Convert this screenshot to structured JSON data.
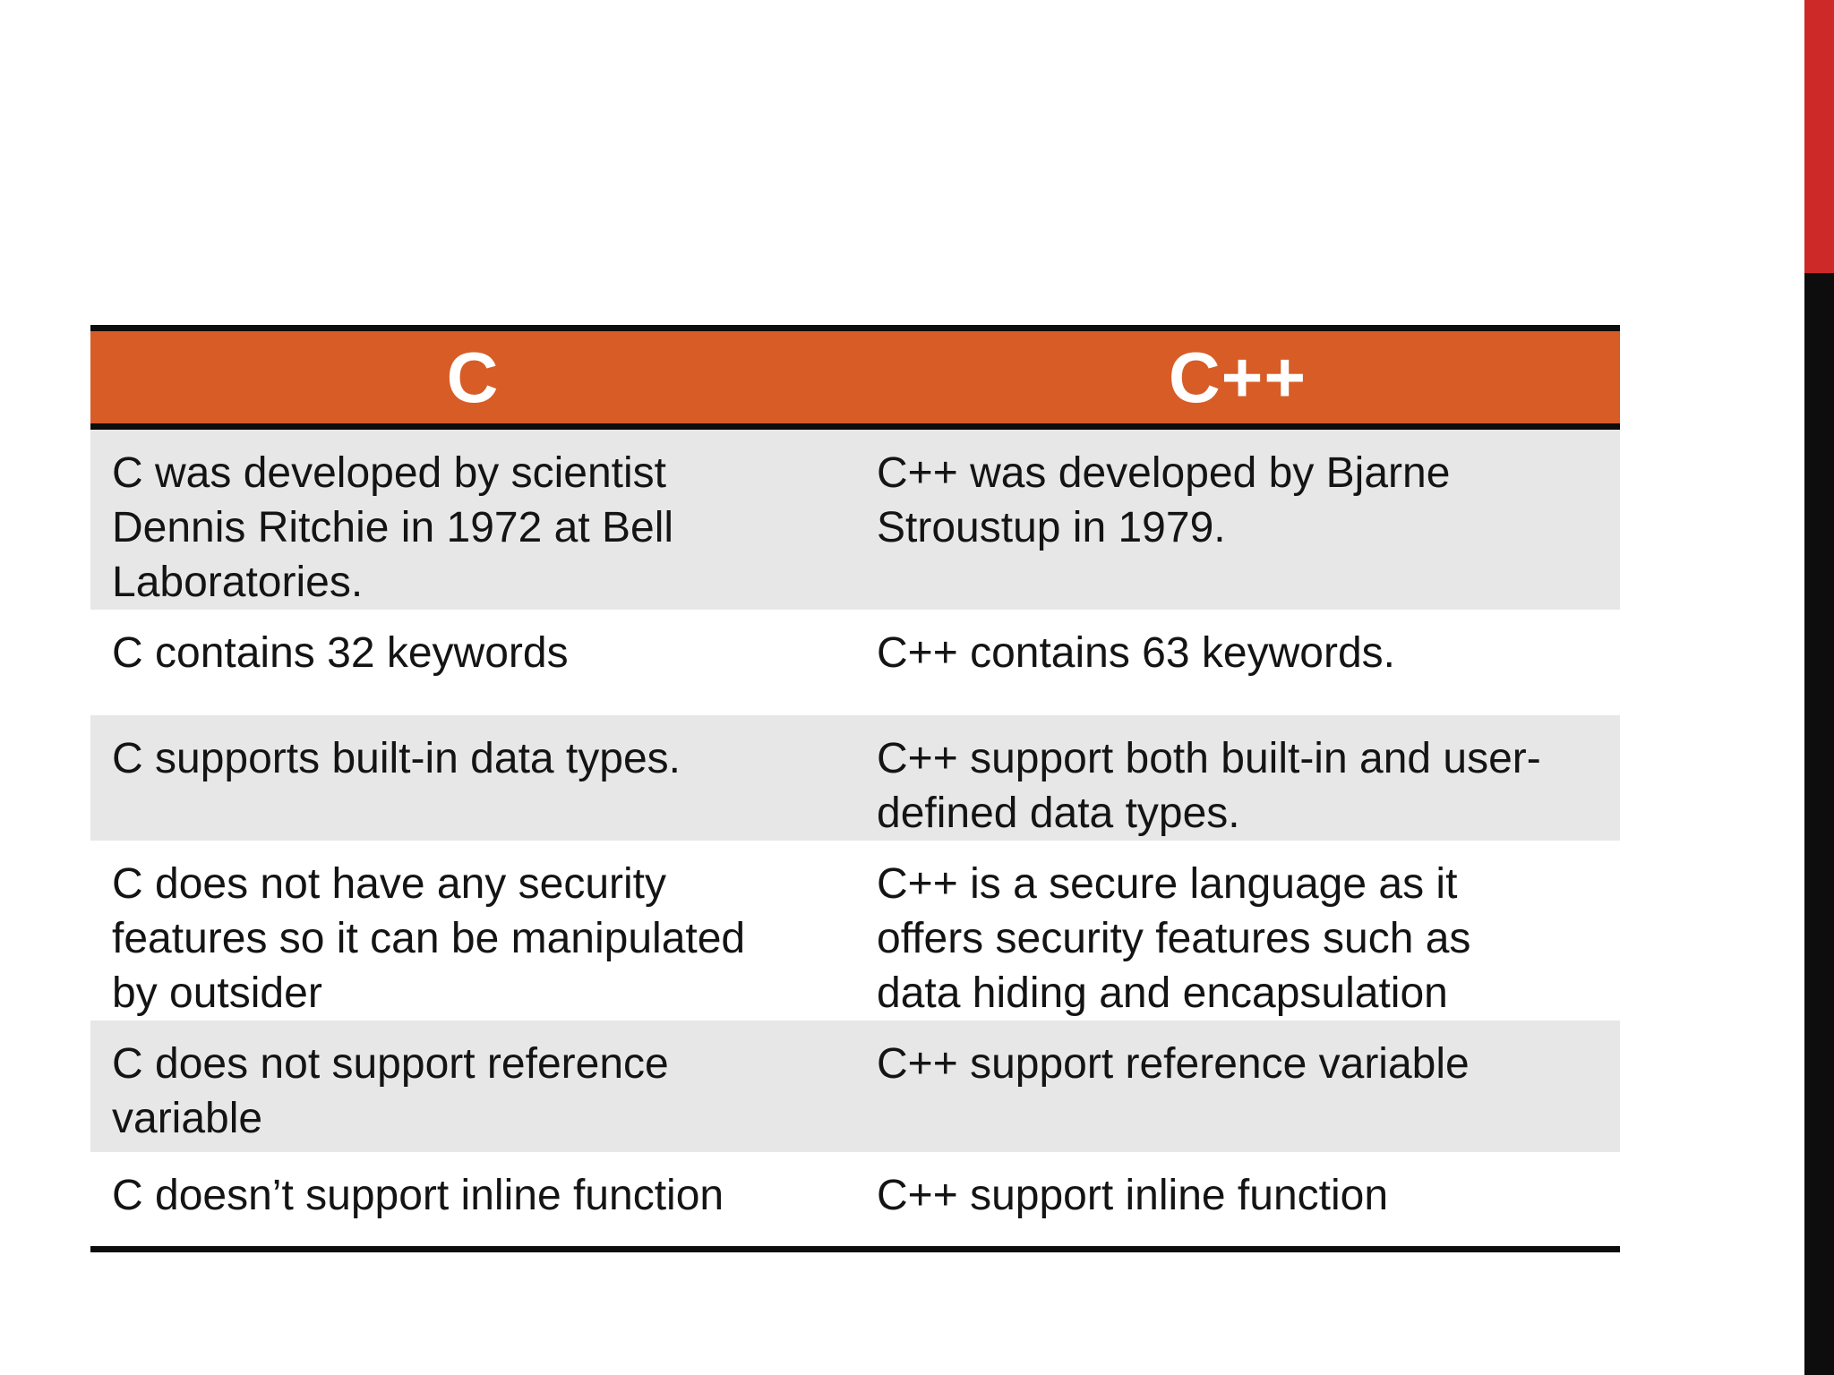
{
  "colors": {
    "header_bg": "#D75C26",
    "header_text": "#FFFFFF",
    "row_alt_bg": "#E7E7E7",
    "row_bg": "#FFFFFF",
    "border": "#0D0D0D",
    "accent_red": "#CE2929",
    "accent_black": "#0D0D0D",
    "body_text": "#141414"
  },
  "table": {
    "headers": [
      "C",
      "C++"
    ],
    "rows": [
      {
        "c": "C was developed by scientist\nDennis Ritchie in 1972 at Bell\nLaboratories.",
        "cpp": "C++ was developed by Bjarne\nStroustup in 1979."
      },
      {
        "c": "C contains 32 keywords",
        "cpp": "C++ contains 63 keywords."
      },
      {
        "c": "C supports built-in data types.",
        "cpp": "C++ support both built-in and user-\ndefined data types."
      },
      {
        "c": "C does not have any security\nfeatures so it can be manipulated\nby outsider",
        "cpp": "C++ is a secure language as it\noffers security features such as\ndata hiding and encapsulation"
      },
      {
        "c": "C does not support reference\nvariable",
        "cpp": "C++ support reference variable"
      },
      {
        "c": "C doesn’t support inline function",
        "cpp": "C++ support inline function"
      }
    ]
  }
}
